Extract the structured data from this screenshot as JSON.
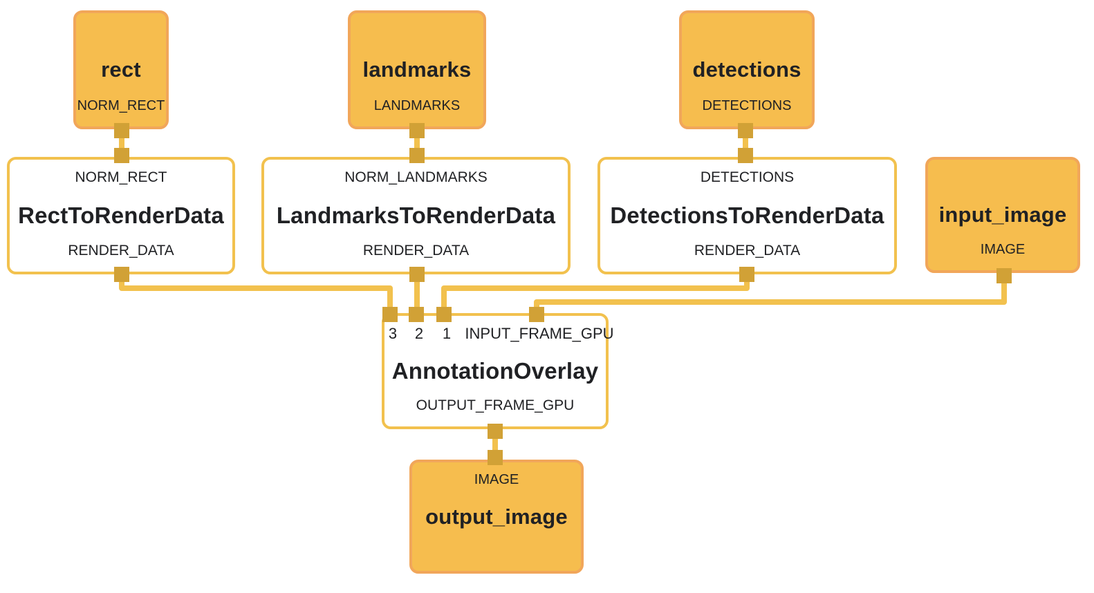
{
  "diagram": {
    "type": "mediapipe-graph",
    "background": "#ffffff",
    "colors": {
      "stream_node_fill": "#F6BD4E",
      "stream_node_border": "#F1A65A",
      "calculator_node_fill": "#ffffff",
      "calculator_node_border": "#F2C14E",
      "wire": "#F2C14E",
      "port_square": "#D1A136",
      "text": "#202124"
    },
    "stream_nodes": [
      {
        "title": "rect",
        "port_label": "NORM_RECT",
        "port_side": "bottom"
      },
      {
        "title": "landmarks",
        "port_label": "LANDMARKS",
        "port_side": "bottom"
      },
      {
        "title": "detections",
        "port_label": "DETECTIONS",
        "port_side": "bottom"
      },
      {
        "title": "input_image",
        "port_label": "IMAGE",
        "port_side": "bottom"
      },
      {
        "title": "output_image",
        "port_label": "IMAGE",
        "port_side": "top"
      }
    ],
    "calculator_nodes": [
      {
        "title": "RectToRenderData",
        "input_labels": [
          "NORM_RECT"
        ],
        "output_label": "RENDER_DATA"
      },
      {
        "title": "LandmarksToRenderData",
        "input_labels": [
          "NORM_LANDMARKS"
        ],
        "output_label": "RENDER_DATA"
      },
      {
        "title": "DetectionsToRenderData",
        "input_labels": [
          "DETECTIONS"
        ],
        "output_label": "RENDER_DATA"
      },
      {
        "title": "AnnotationOverlay",
        "input_labels": [
          "3",
          "2",
          "1",
          "INPUT_FRAME_GPU"
        ],
        "output_label": "OUTPUT_FRAME_GPU"
      }
    ],
    "edges": [
      {
        "from": "rect:NORM_RECT",
        "to": "RectToRenderData:NORM_RECT"
      },
      {
        "from": "landmarks:LANDMARKS",
        "to": "LandmarksToRenderData:NORM_LANDMARKS"
      },
      {
        "from": "detections:DETECTIONS",
        "to": "DetectionsToRenderData:DETECTIONS"
      },
      {
        "from": "RectToRenderData:RENDER_DATA",
        "to": "AnnotationOverlay:3"
      },
      {
        "from": "LandmarksToRenderData:RENDER_DATA",
        "to": "AnnotationOverlay:2"
      },
      {
        "from": "DetectionsToRenderData:RENDER_DATA",
        "to": "AnnotationOverlay:1"
      },
      {
        "from": "input_image:IMAGE",
        "to": "AnnotationOverlay:INPUT_FRAME_GPU"
      },
      {
        "from": "AnnotationOverlay:OUTPUT_FRAME_GPU",
        "to": "output_image:IMAGE"
      }
    ]
  }
}
